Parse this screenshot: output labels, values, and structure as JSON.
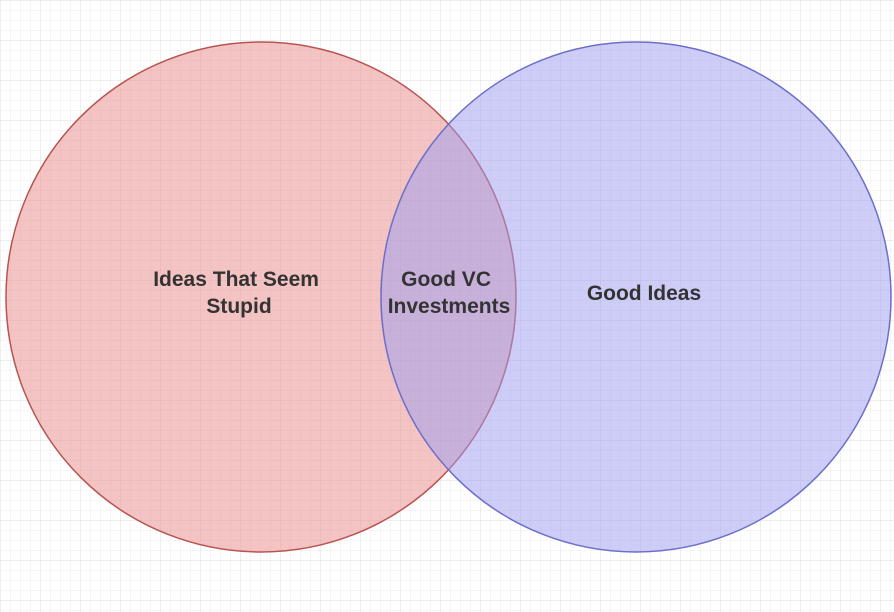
{
  "diagram": {
    "type": "venn",
    "background": {
      "grid": true,
      "grid_color": "#e4e4e4",
      "major_grid_color": "#d6d6d6"
    },
    "sets": [
      {
        "id": "left",
        "label_lines": [
          "Ideas That Seem",
          "Stupid"
        ],
        "fill_color": "#e88a87",
        "stroke_color": "#b85450"
      },
      {
        "id": "right",
        "label_lines": [
          "Good Ideas"
        ],
        "fill_color": "#9b9cf0",
        "stroke_color": "#6c6fc9"
      }
    ],
    "intersection": {
      "label_lines": [
        "Good VC",
        "Investments"
      ]
    }
  }
}
